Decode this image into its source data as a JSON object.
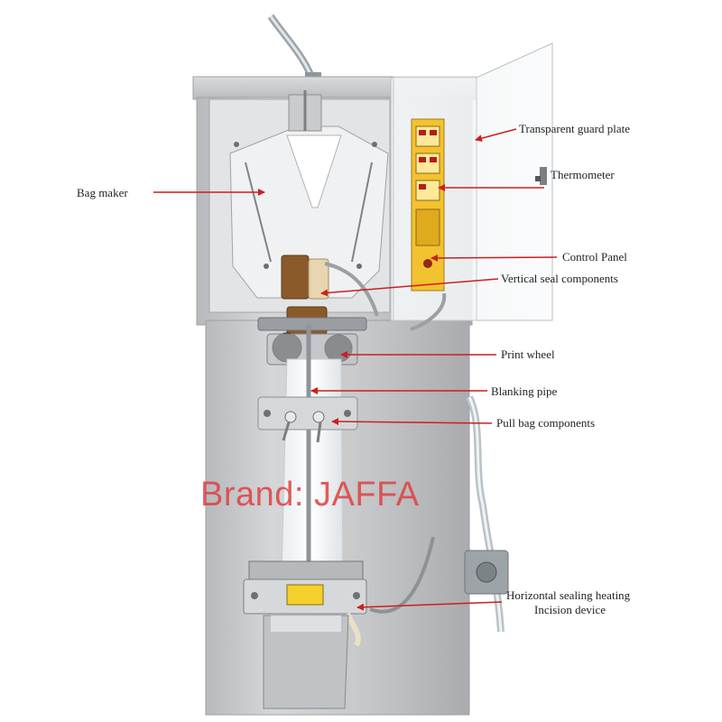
{
  "labels": {
    "transparent_guard_plate": "Transparent guard plate",
    "thermometer": "Thermometer",
    "bag_maker": "Bag maker",
    "control_panel": "Control Panel",
    "vertical_seal_components": "Vertical seal components",
    "print_wheel": "Print wheel",
    "blanking_pipe": "Blanking pipe",
    "pull_bag_components": "Pull bag components",
    "horizontal_sealing_heating": "Horizontal sealing heating",
    "incision_device": "Incision device"
  },
  "watermark": "Brand: JAFFA",
  "colors": {
    "arrow": "#cc1f1f",
    "steel": "#c4c6c9",
    "panel_yellow": "#f2c230",
    "watermark": "#e04040"
  }
}
